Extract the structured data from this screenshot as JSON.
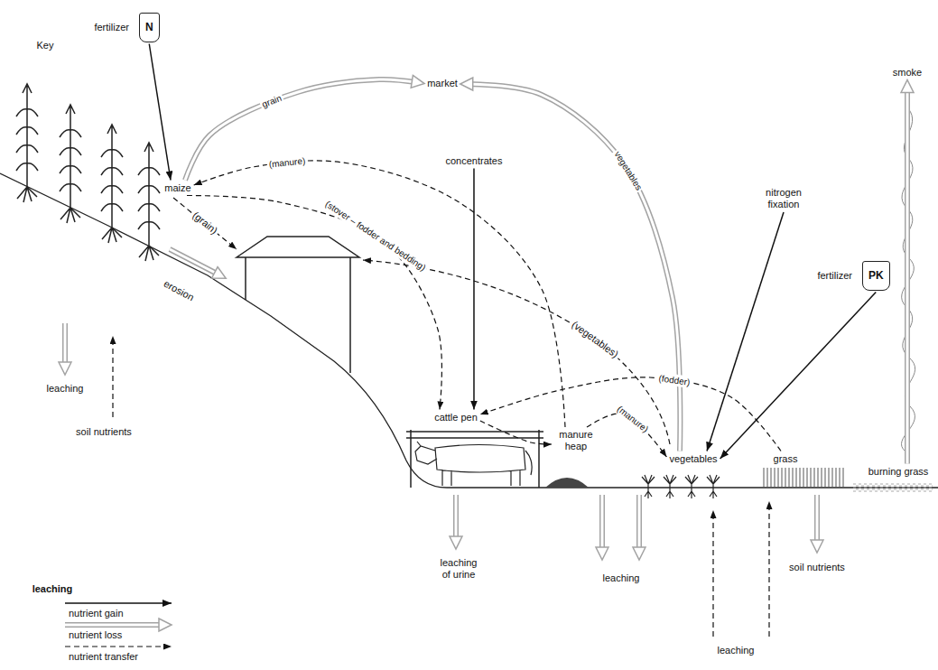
{
  "diagram": {
    "nodes": [
      {
        "text": [
          "fertilizer",
          "N"
        ]
      },
      {
        "text": [
          "market"
        ]
      },
      {
        "text": [
          "maize"
        ]
      },
      {
        "text": [
          "concentrates"
        ]
      },
      {
        "text": [
          "nitrogen fixation"
        ]
      },
      {
        "text": [
          "fertilizer",
          "PK"
        ]
      },
      {
        "text": [
          "smoke"
        ]
      },
      {
        "text": [
          "cattle pen"
        ]
      },
      {
        "text": [
          "manure heap"
        ]
      },
      {
        "text": [
          "vegetables"
        ]
      },
      {
        "text": [
          "grass"
        ]
      },
      {
        "text": [
          "burning grass"
        ]
      }
    ],
    "edges": [
      {
        "from": 0,
        "to": 2,
        "arrow": "to"
      },
      {
        "from": 2,
        "to": 1,
        "label": "grain",
        "arrow": "to"
      },
      {
        "from": 9,
        "to": 1,
        "label": "vegetables",
        "arrow": "to"
      },
      {
        "from": 3,
        "to": 7,
        "arrow": "to"
      },
      {
        "from": 8,
        "to": 2,
        "label": "(manure)",
        "arrow": "to"
      },
      {
        "from": 2,
        "to": 7,
        "label": "(stover – fodder and bedding)",
        "arrow": "to"
      },
      {
        "from": 4,
        "to": 9,
        "arrow": "to"
      },
      {
        "from": 5,
        "to": 9,
        "arrow": "to"
      },
      {
        "from": 10,
        "to": 7,
        "label": "(fodder)",
        "arrow": "to"
      },
      {
        "from": 7,
        "to": 8,
        "arrow": "to"
      },
      {
        "from": 8,
        "to": 9,
        "label": "(manure)",
        "arrow": "to"
      },
      {
        "from": 11,
        "to": 6,
        "arrow": "to"
      }
    ],
    "labels": [
      "(grain)",
      "(vegetables)",
      "erosion",
      "leaching",
      "soil nutrients",
      "leaching of urine",
      "leaching",
      "leaching",
      "soil nutrients",
      "leaching",
      "Key"
    ],
    "legend": [
      {
        "text": "nutrient gain"
      },
      {
        "text": "nutrient loss"
      },
      {
        "text": "nutrient transfer"
      }
    ]
  }
}
